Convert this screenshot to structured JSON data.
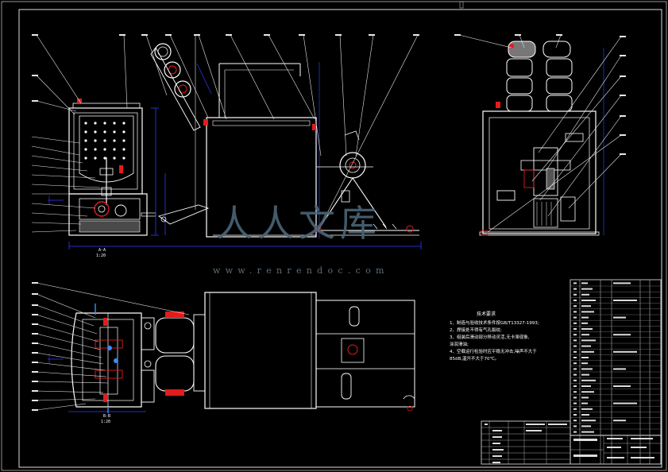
{
  "watermark": {
    "cn_text": "人人文库",
    "url_text": "www.renrendoc.com"
  },
  "technical_requirements": {
    "title": "技术要求",
    "lines": [
      "1、制造与验收技术条件按GB/T13327-1993;",
      "2、焊接处不得有气孔裂纹;",
      "3、组装后滑动部分移动灵活,无卡滞现象,",
      "   涂润滑油;",
      "4、空载运行检验时应平稳无冲击,噪声不大于",
      "   85dB,温升不大于70℃。"
    ]
  },
  "view_labels": {
    "side_section": "A-A",
    "side_scale": "1:20",
    "top_section": "B-B",
    "top_scale": "1:20"
  },
  "colors": {
    "line": "#ffffff",
    "dimension": "#2f3bff",
    "leader": "#e8e8e8",
    "accent": "#e21c1c",
    "frame": "#cfcfcf",
    "watermark": "#4b6577"
  }
}
